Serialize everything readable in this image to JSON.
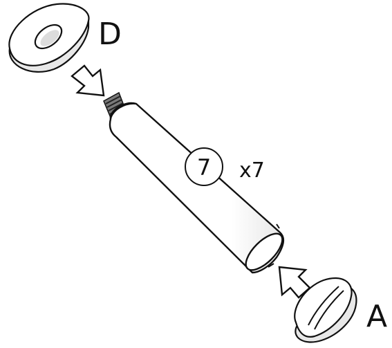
{
  "parts": {
    "top_part_label": "D",
    "bottom_part_label": "A"
  },
  "rod": {
    "part_number": "7",
    "quantity": "x7"
  },
  "colors": {
    "line": "#111111",
    "fill": "#ffffff",
    "shade": "#dcdcdc"
  }
}
